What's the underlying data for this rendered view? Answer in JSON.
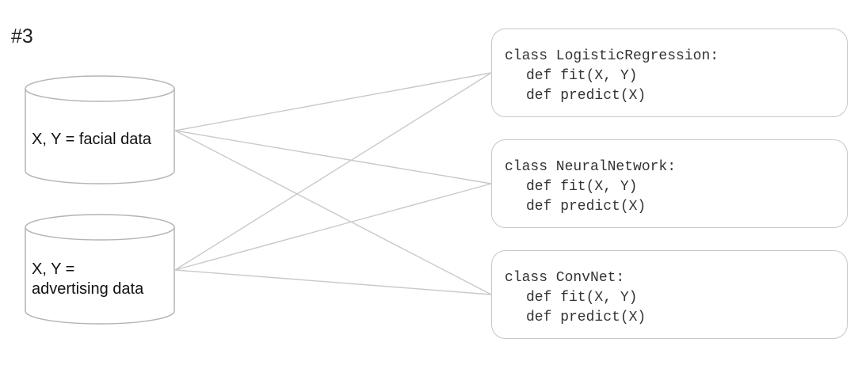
{
  "page": {
    "heading": "#3"
  },
  "databases": [
    {
      "id": "facial",
      "label_lines": [
        "X, Y = facial data"
      ]
    },
    {
      "id": "advertising",
      "label_lines": [
        "X, Y =",
        "advertising data"
      ]
    }
  ],
  "classes": [
    {
      "id": "logistic",
      "header": "class LogisticRegression:",
      "methods": [
        "def fit(X, Y)",
        "def predict(X)"
      ]
    },
    {
      "id": "neural",
      "header": "class NeuralNetwork:",
      "methods": [
        "def fit(X, Y)",
        "def predict(X)"
      ]
    },
    {
      "id": "convnet",
      "header": "class ConvNet:",
      "methods": [
        "def fit(X, Y)",
        "def predict(X)"
      ]
    }
  ],
  "connections": [
    {
      "from": "facial",
      "to": "logistic"
    },
    {
      "from": "facial",
      "to": "neural"
    },
    {
      "from": "facial",
      "to": "convnet"
    },
    {
      "from": "advertising",
      "to": "logistic"
    },
    {
      "from": "advertising",
      "to": "neural"
    },
    {
      "from": "advertising",
      "to": "convnet"
    }
  ],
  "colors": {
    "connector": "#c9c9c9",
    "outline": "#b4b4b4"
  }
}
